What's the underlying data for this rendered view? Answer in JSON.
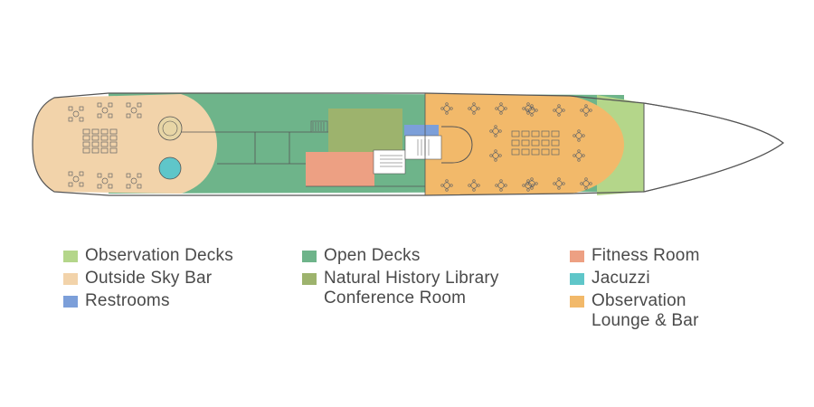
{
  "legend": {
    "col1": [
      {
        "lines": [
          "Observation Decks"
        ],
        "color": "#b4d68a"
      },
      {
        "lines": [
          "Outside Sky Bar"
        ],
        "color": "#f2d3aa"
      },
      {
        "lines": [
          "Restrooms"
        ],
        "color": "#7c9fd9"
      }
    ],
    "col2": [
      {
        "lines": [
          "Open Decks"
        ],
        "color": "#6eb48a"
      },
      {
        "lines": [
          "Natural History Library",
          "Conference Room"
        ],
        "color": "#9db36d"
      }
    ],
    "col3": [
      {
        "lines": [
          "Fitness Room"
        ],
        "color": "#eda083"
      },
      {
        "lines": [
          "Jacuzzi"
        ],
        "color": "#5fc6c9"
      },
      {
        "lines": [
          "Observation",
          "Lounge & Bar"
        ],
        "color": "#f2b96a"
      }
    ]
  },
  "colors": {
    "observation_decks": "#b4d68a",
    "outside_sky_bar": "#f2d3aa",
    "restrooms": "#7c9fd9",
    "open_decks": "#6eb48a",
    "library": "#9db36d",
    "fitness_room": "#eda083",
    "jacuzzi": "#5fc6c9",
    "lounge": "#f2b96a",
    "hull_outline": "#555555"
  }
}
